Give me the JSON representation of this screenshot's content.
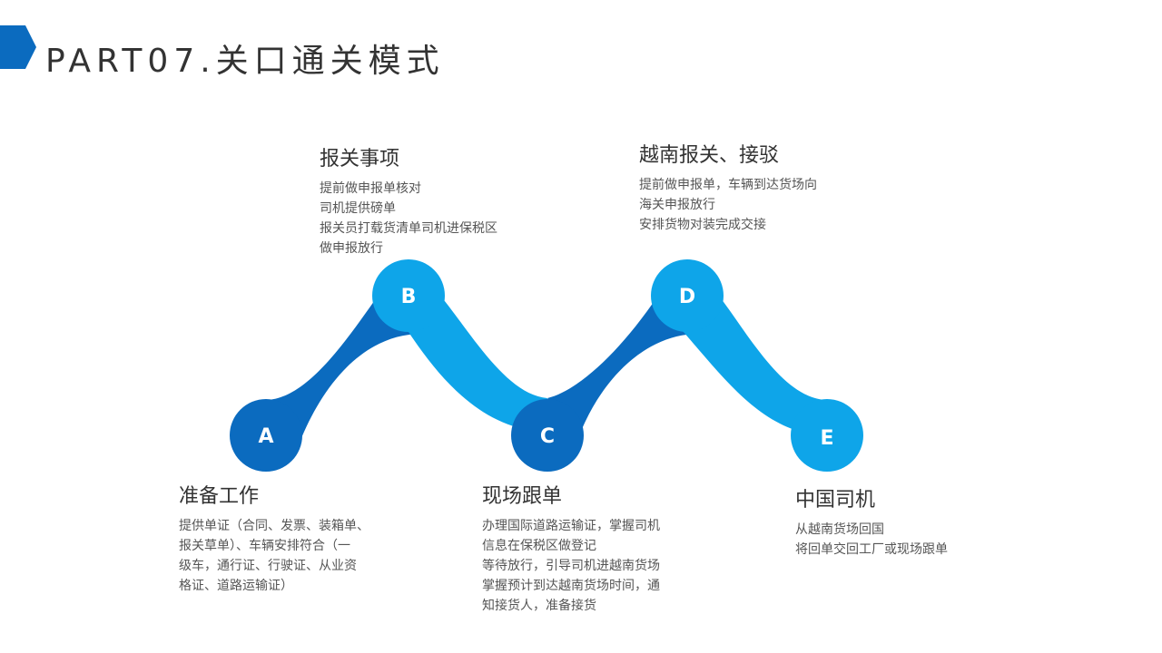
{
  "header": {
    "title": "PART07.关口通关模式"
  },
  "colors": {
    "dark_blue": "#0B6BBF",
    "light_blue": "#0EA5E9",
    "title_text": "#333333",
    "body_text": "#555555"
  },
  "steps": [
    {
      "letter": "A",
      "title": "准备工作",
      "lines": [
        "提供单证（合同、发票、装箱单、",
        "报关草单）、车辆安排符合（一",
        "级车，通行证、行驶证、从业资",
        "格证、道路运输证）"
      ]
    },
    {
      "letter": "B",
      "title": "报关事项",
      "lines": [
        "提前做申报单核对",
        "司机提供磅单",
        "报关员打载货清单司机进保税区",
        "做申报放行"
      ]
    },
    {
      "letter": "C",
      "title": "现场跟单",
      "lines": [
        "办理国际道路运输证，掌握司机",
        "信息在保税区做登记",
        "等待放行，引导司机进越南货场",
        "掌握预计到达越南货场时间，通",
        "知接货人，准备接货"
      ]
    },
    {
      "letter": "D",
      "title": "越南报关、接驳",
      "lines": [
        "提前做申报单，车辆到达货场向",
        "海关申报放行",
        "安排货物对装完成交接"
      ]
    },
    {
      "letter": "E",
      "title": "中国司机",
      "lines": [
        "从越南货场回国",
        "将回单交回工厂或现场跟单"
      ]
    }
  ]
}
